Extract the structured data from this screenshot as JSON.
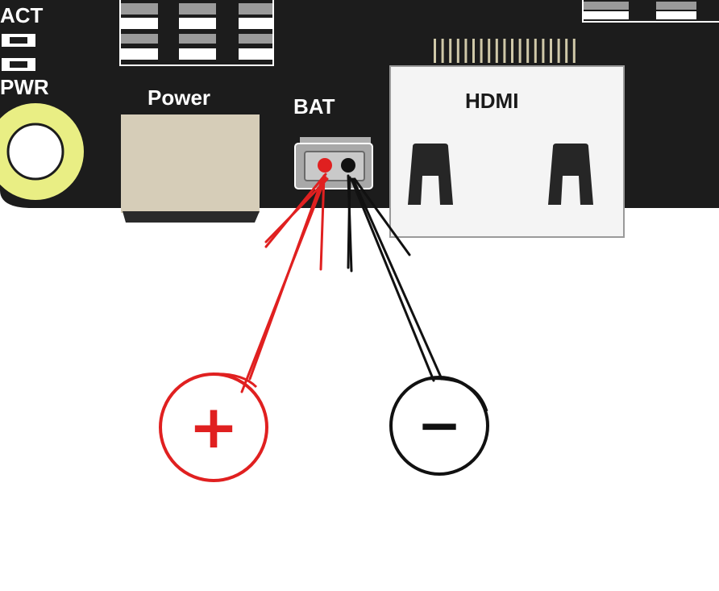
{
  "board": {
    "act_label": "ACT",
    "pwr_label": "PWR",
    "power_label": "Power",
    "bat_label": "BAT",
    "hdmi_label": "HDMI"
  },
  "wires": {
    "positive_color": "#e02020",
    "negative_color": "#111111"
  },
  "terminals": {
    "positive_symbol": "+",
    "negative_symbol": "−"
  },
  "colors": {
    "pcb": "#1c1c1c",
    "silkscreen": "#ffffff",
    "mount_ring": "#e9ee84",
    "connector": "#d6cdb8",
    "hdmi_shell": "#f4f4f4"
  }
}
